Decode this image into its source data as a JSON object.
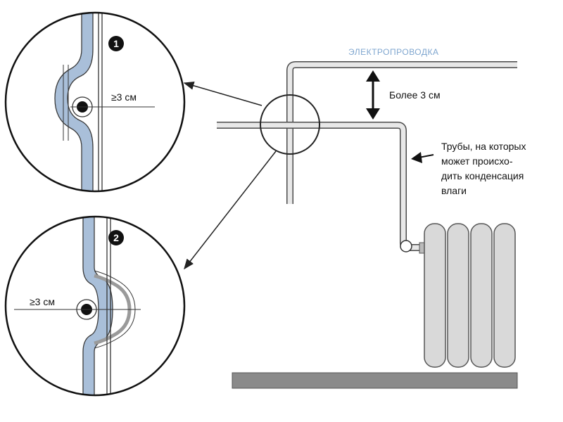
{
  "labels": {
    "wiring": "ЭЛЕКТРОПРОВОДКА",
    "distance": "Более 3 см",
    "pipes_line1": "Трубы, на которых",
    "pipes_line2": "может происхо-",
    "pipes_line3": "дить конденсация",
    "pipes_line4": "влаги"
  },
  "detail1": {
    "number": "1",
    "distance": "≥3 см"
  },
  "detail2": {
    "number": "2",
    "distance": "≥3 см"
  },
  "colors": {
    "pipe_fill": "#a9bfd9",
    "pipe_stroke": "#4a4a4a",
    "wiring_label": "#7fa6cf",
    "floor": "#8a8a8a",
    "radiator": "#d9d9d9",
    "line": "#222222"
  }
}
